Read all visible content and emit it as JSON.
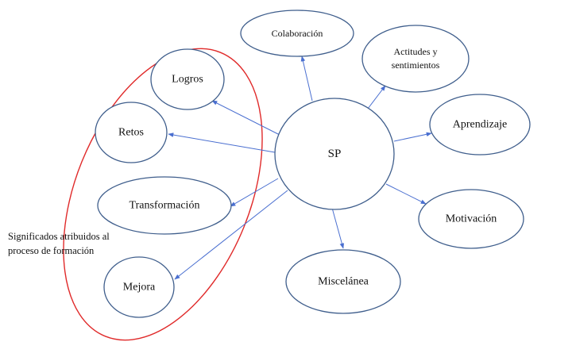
{
  "diagram": {
    "center": {
      "label": "SP"
    },
    "nodes": {
      "colaboracion": "Colaboración",
      "actitudes_line1": "Actitudes y",
      "actitudes_line2": "sentimientos",
      "aprendizaje": "Aprendizaje",
      "motivacion": "Motivación",
      "miscelanea": "Miscelánea",
      "logros": "Logros",
      "retos": "Retos",
      "transformacion": "Transformación",
      "mejora": "Mejora"
    },
    "group_annotation": {
      "line1": "Significados atribuidos al",
      "line2": "proceso de formación"
    },
    "colors": {
      "node_stroke": "#3f5e8c",
      "arrow": "#4a6fd0",
      "group_outline": "#e02a2a"
    }
  }
}
